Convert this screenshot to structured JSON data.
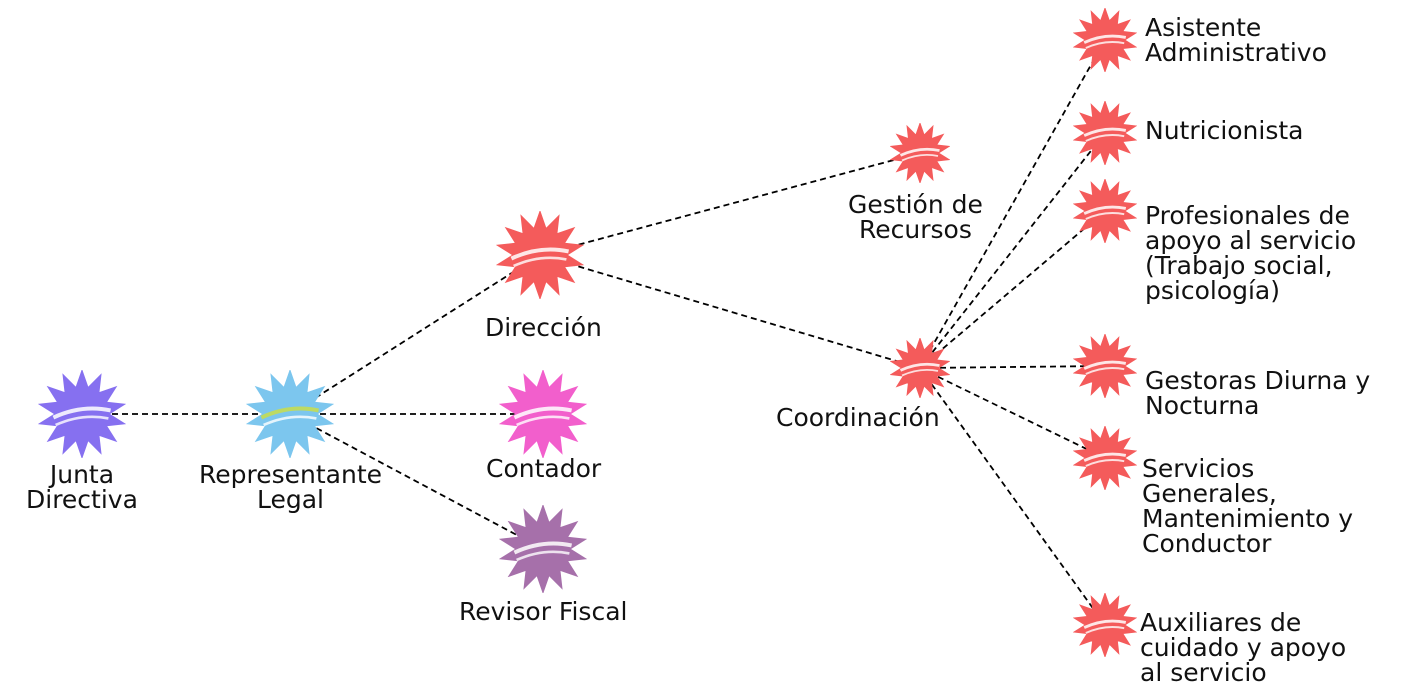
{
  "diagram": {
    "nodes": [
      {
        "id": "junta",
        "lines": [
          "Junta",
          "Directiva"
        ],
        "color": "#8670f0"
      },
      {
        "id": "representante",
        "lines": [
          "Representante",
          "Legal"
        ],
        "color": "#7cc6ee",
        "accent": "#c9dd4a"
      },
      {
        "id": "direccion",
        "lines": [
          "Dirección"
        ],
        "color": "#f45b5b"
      },
      {
        "id": "contador",
        "lines": [
          "Contador"
        ],
        "color": "#f25fcc"
      },
      {
        "id": "revisor",
        "lines": [
          "Revisor Fiscal"
        ],
        "color": "#a670aa"
      },
      {
        "id": "gestion",
        "lines": [
          "Gestión de",
          "Recursos"
        ],
        "color": "#f45b5b"
      },
      {
        "id": "coordinacion",
        "lines": [
          "Coordinación"
        ],
        "color": "#f45b5b"
      },
      {
        "id": "asistente",
        "lines": [
          "Asistente",
          "Administrativo"
        ],
        "color": "#f45b5b"
      },
      {
        "id": "nutricionista",
        "lines": [
          "Nutricionista"
        ],
        "color": "#f45b5b"
      },
      {
        "id": "profesionales",
        "lines": [
          "Profesionales de",
          "apoyo al servicio",
          "(Trabajo social,",
          "psicología)"
        ],
        "color": "#f45b5b"
      },
      {
        "id": "gestoras",
        "lines": [
          "Gestoras Diurna y",
          "Nocturna"
        ],
        "color": "#f45b5b"
      },
      {
        "id": "servicios",
        "lines": [
          "Servicios",
          "Generales,",
          "Mantenimiento y",
          "Conductor"
        ],
        "color": "#f45b5b"
      },
      {
        "id": "auxiliares",
        "lines": [
          "Auxiliares de",
          "cuidado y apoyo",
          "al servicio"
        ],
        "color": "#f45b5b"
      }
    ],
    "edges": [
      [
        "junta",
        "representante"
      ],
      [
        "representante",
        "direccion"
      ],
      [
        "representante",
        "contador"
      ],
      [
        "representante",
        "revisor"
      ],
      [
        "direccion",
        "gestion"
      ],
      [
        "direccion",
        "coordinacion"
      ],
      [
        "coordinacion",
        "asistente"
      ],
      [
        "coordinacion",
        "nutricionista"
      ],
      [
        "coordinacion",
        "profesionales"
      ],
      [
        "coordinacion",
        "gestoras"
      ],
      [
        "coordinacion",
        "servicios"
      ],
      [
        "coordinacion",
        "auxiliares"
      ]
    ],
    "line_style": "dashed",
    "line_color": "#000000"
  }
}
